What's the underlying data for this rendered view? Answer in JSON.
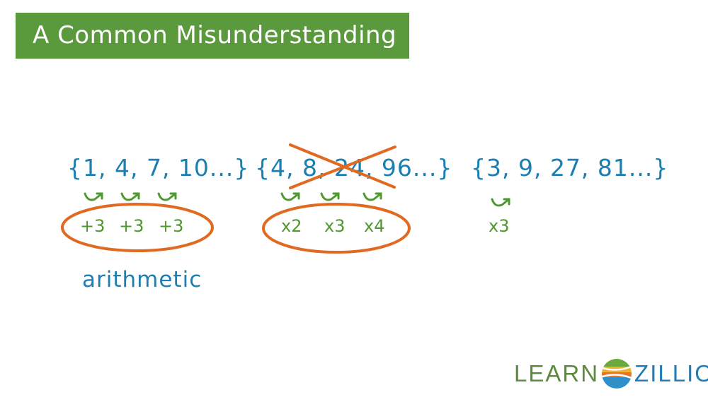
{
  "title": "A Common Misunderstanding",
  "sequences": [
    {
      "set": "{1, 4, 7, 10...}",
      "operations": [
        "+3",
        "+3",
        "+3"
      ],
      "circled": true,
      "crossed_out": false,
      "label": "arithmetic"
    },
    {
      "set": "{4, 8, 24, 96...}",
      "operations": [
        "x2",
        "x3",
        "x4"
      ],
      "circled": true,
      "crossed_out": true
    },
    {
      "set": "{3, 9, 27, 81...}",
      "operations": [
        "x3"
      ],
      "circled": false,
      "crossed_out": false
    }
  ],
  "logo": {
    "left": "LEARN",
    "right": "ZILLION"
  },
  "colors": {
    "title_bar": "#5b9a3c",
    "set_text": "#1b7fb1",
    "operation_text": "#4e9a2e",
    "annotation": "#e06a22"
  },
  "icons": [
    "curved-arrow-icon",
    "learnzillion-logo-icon"
  ]
}
